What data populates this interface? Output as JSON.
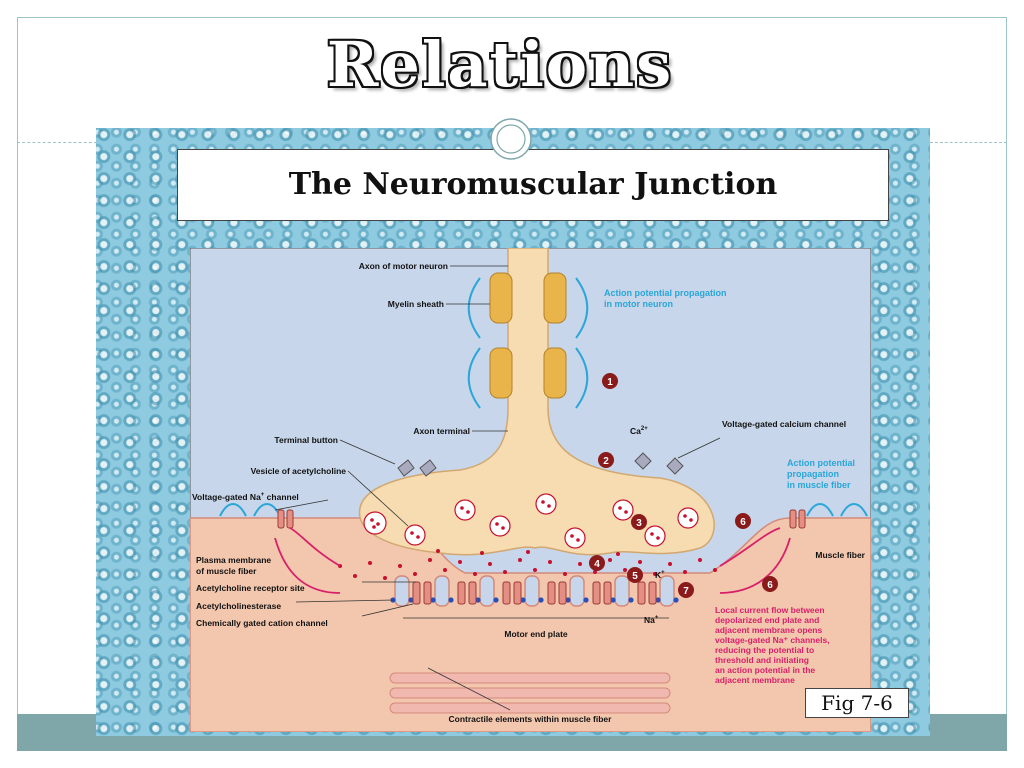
{
  "slide": {
    "title": "Relations",
    "subtitle": "The Neuromuscular Junction",
    "figure_label": "Fig 7-6"
  },
  "diagram": {
    "labels": {
      "axon": "Axon of motor neuron",
      "myelin": "Myelin sheath",
      "axon_terminal": "Axon terminal",
      "terminal_button": "Terminal button",
      "vesicle": "Vesicle of acetylcholine",
      "na_channel_prefix": "Voltage-gated Na",
      "na_channel_suffix": " channel",
      "plasma1": "Plasma membrane",
      "plasma2": "of muscle fiber",
      "receptor": "Acetylcholine receptor site",
      "ache": "Acetylcholinesterase",
      "cation": "Chemically gated cation channel",
      "end_plate": "Motor end plate",
      "contractile": "Contractile elements within muscle fiber",
      "muscle_fiber": "Muscle fiber",
      "ca_channel": "Voltage-gated calcium channel",
      "ca": "Ca",
      "k": "K",
      "na": "Na",
      "plus": "+",
      "two_plus": "2+"
    },
    "ap_neuron": [
      "Action potential propagation",
      "in motor neuron"
    ],
    "ap_muscle": [
      "Action potential",
      "propagation",
      "in muscle fiber"
    ],
    "local_current": [
      "Local current flow between",
      "depolarized end plate and",
      "adjacent membrane opens",
      "voltage-gated Na⁺ channels,",
      "reducing the potential to",
      "threshold and initiating",
      "an action potential in the",
      "adjacent membrane"
    ],
    "steps": [
      "1",
      "2",
      "3",
      "4",
      "5",
      "6",
      "7",
      "6"
    ],
    "colors": {
      "background": "#c7d6ea",
      "neuron": "#f6dcb0",
      "myelin": "#e9b54a",
      "muscle": "#f3c7ae",
      "ion": "#c8102e",
      "accent_blue": "#2aa6d8",
      "step_circle": "#8b1b1b",
      "pink_arrow": "#d8206a"
    }
  }
}
